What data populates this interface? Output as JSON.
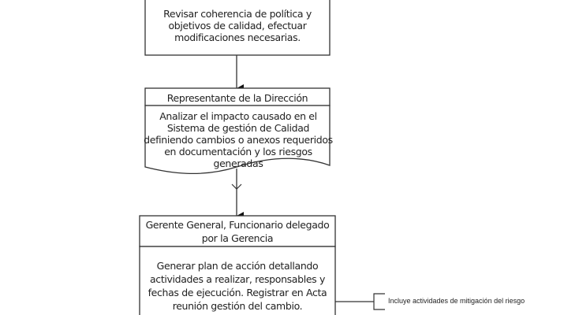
{
  "diagram": {
    "steps": [
      {
        "header": "",
        "body": "Revisar coherencia de política y objetivos de calidad, efectuar modificaciones necesarias."
      },
      {
        "header": "Representante de la Dirección",
        "body": "Analizar el impacto causado en el Sistema de gestión de Calidad definiendo cambios o anexos requeridos en documentación y los riesgos generadas"
      },
      {
        "header": "Gerente General,  Funcionario delegado por la Gerencia",
        "body": "Generar plan de acción detallando actividades a realizar, responsables y fechas de ejecución. Registrar en Acta reunión gestión del cambio."
      }
    ],
    "annotation": "Incluye actividades de mitigación del riesgo",
    "colors": {
      "stroke": "#333333",
      "text": "#222222",
      "background": "#ffffff"
    }
  }
}
